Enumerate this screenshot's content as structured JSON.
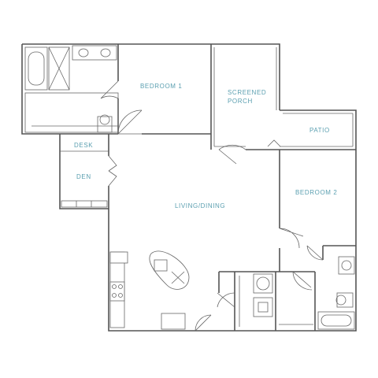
{
  "plan": {
    "rooms": {
      "bedroom1": "BEDROOM 1",
      "screened_porch_line1": "SCREENED",
      "screened_porch_line2": "PORCH",
      "patio": "PATIO",
      "desk": "DESK",
      "den": "DEN",
      "living_dining": "LIVING/DINING",
      "bedroom2": "BEDROOM 2"
    },
    "colors": {
      "label": "#5b9fb0",
      "wall": "#555555"
    }
  }
}
